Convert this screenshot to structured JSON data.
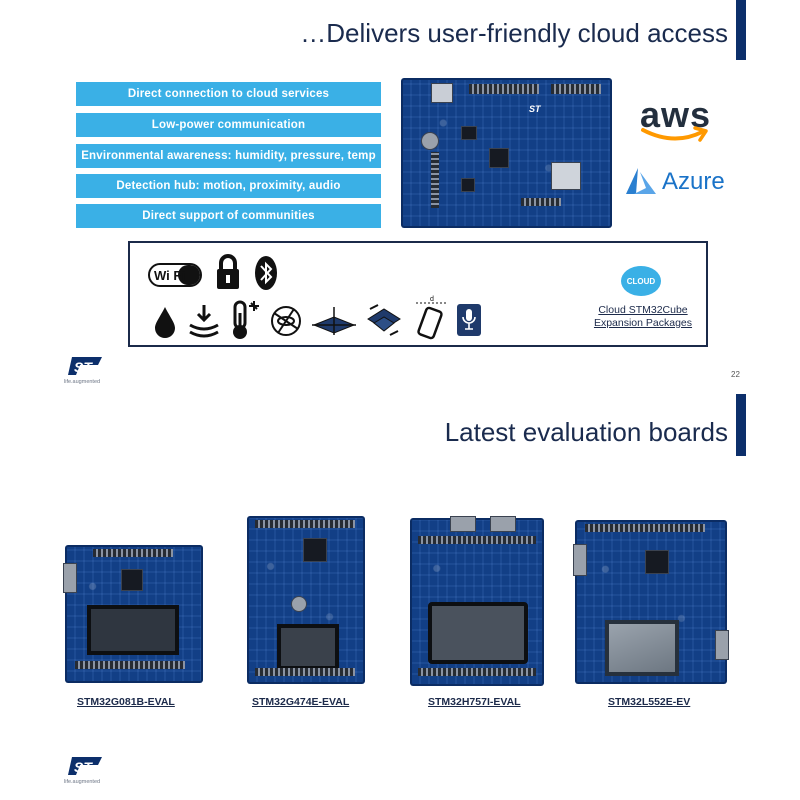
{
  "slide1": {
    "title": "…Delivers user-friendly cloud access",
    "features": [
      "Direct connection to cloud services",
      "Low-power communication",
      "Environmental awareness: humidity, pressure, temp",
      "Detection hub: motion, proximity, audio",
      "Direct support of communities"
    ],
    "logos": {
      "aws": "aws",
      "azure": "Azure"
    },
    "cloud_badge": "CLOUD",
    "cloud_caption_line1": "Cloud STM32Cube",
    "cloud_caption_line2": "Expansion Packages",
    "wifi_text": "Wi Fi",
    "distance_label": "d",
    "tagline": "life.augmented",
    "page_number": "22",
    "icons": [
      "wifi-icon",
      "lock-icon",
      "bluetooth-icon",
      "humidity-drop-icon",
      "pressure-icon",
      "temperature-icon",
      "motion-sensor-icon",
      "accelerometer-icon",
      "gyroscope-icon",
      "proximity-icon",
      "microphone-icon",
      "cloud-icon"
    ]
  },
  "slide2": {
    "title": "Latest evaluation boards",
    "boards": [
      "STM32G081B-EVAL",
      "STM32G474E-EVAL",
      "STM32H757I-EVAL",
      "STM32L552E-EV"
    ],
    "tagline": "life.augmented"
  },
  "colors": {
    "accent_navy": "#0c2f6b",
    "feature_blue": "#3ab0e6",
    "board_blue": "#123f86",
    "aws_orange": "#ff9900",
    "azure_blue": "#1a73c8"
  }
}
